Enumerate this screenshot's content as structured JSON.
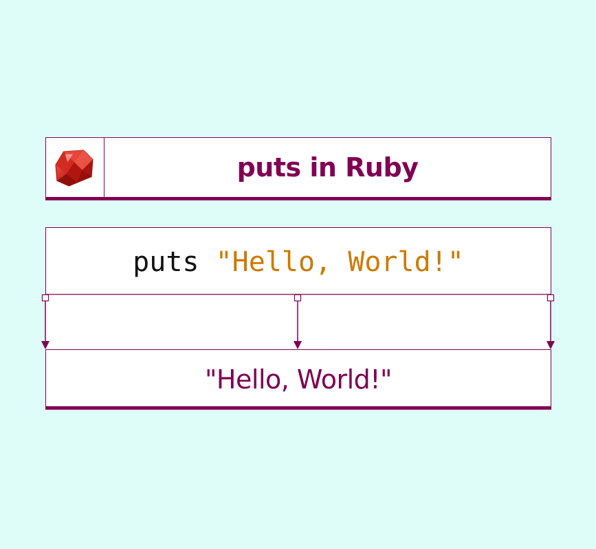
{
  "title": "puts in Ruby",
  "logo_icon": "ruby-gem-icon",
  "code": {
    "keyword": "puts",
    "string": "\"Hello, World!\""
  },
  "output": "\"Hello, World!\"",
  "colors": {
    "background": "#dffdf8",
    "accent": "#800052",
    "keyword": "#111111",
    "string": "#cc7a00",
    "ruby_red": "#c8201a"
  }
}
